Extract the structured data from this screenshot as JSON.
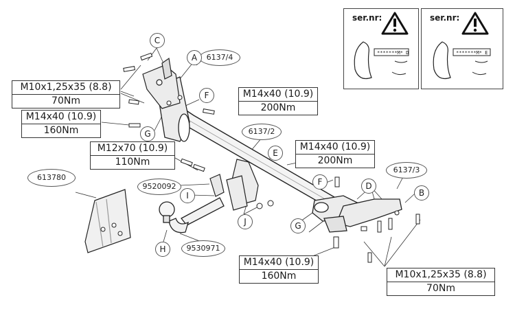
{
  "specs": {
    "m10_top": {
      "line1": "M10x1,25x35 (8.8)",
      "line2": "70Nm"
    },
    "m14_left": {
      "line1": "M14x40 (10.9)",
      "line2": "160Nm"
    },
    "m14_topmid": {
      "line1": "M14x40 (10.9)",
      "line2": "200Nm"
    },
    "m12": {
      "line1": "M12x70 (10.9)",
      "line2": "110Nm"
    },
    "m14_right": {
      "line1": "M14x40 (10.9)",
      "line2": "200Nm"
    },
    "m14_bottom": {
      "line1": "M14x40 (10.9)",
      "line2": "160Nm"
    },
    "m10_bottom": {
      "line1": "M10x1,25x35 (8.8)",
      "line2": "70Nm"
    }
  },
  "part_numbers": {
    "p6137_4": "6137/4",
    "p6137_2": "6137/2",
    "p6137_3": "6137/3",
    "p613780": "613780",
    "p9520092": "9520092",
    "p9530971": "9530971"
  },
  "letters": {
    "A": "A",
    "B": "B",
    "C": "C",
    "D": "D",
    "E": "E",
    "F_top": "F",
    "F_mid": "F",
    "G_left": "G",
    "G_mid": "G",
    "H": "H",
    "I": "I",
    "J": "J"
  },
  "panels": {
    "left": {
      "label": "ser.nr:",
      "code": "*******M* D"
    },
    "right": {
      "label": "ser.nr:",
      "code": "*******M* E"
    }
  }
}
